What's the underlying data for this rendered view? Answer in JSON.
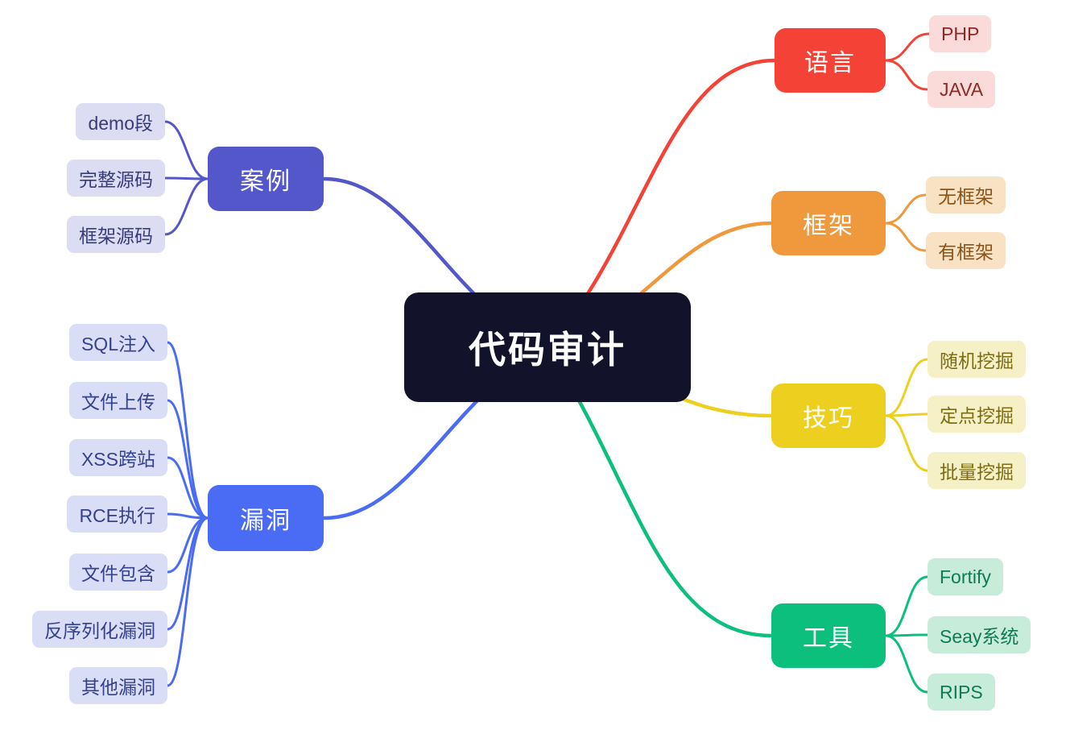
{
  "root": {
    "label": "代码审计",
    "bg": "#12122b",
    "text_color": "#ffffff"
  },
  "branches": {
    "case": {
      "label": "案例",
      "color": "#5357c9",
      "child_bg": "#dcdcf2",
      "child_text": "#363c79",
      "children": {
        "demo": "demo段",
        "full_source": "完整源码",
        "framework_source": "框架源码"
      }
    },
    "vulnerability": {
      "label": "漏洞",
      "color": "#4a6cf5",
      "child_bg": "#d9def6",
      "child_text": "#34418f",
      "children": {
        "sql": "SQL注入",
        "upload": "文件上传",
        "xss": "XSS跨站",
        "rce": "RCE执行",
        "include": "文件包含",
        "deserialize": "反序列化漏洞",
        "other": "其他漏洞"
      }
    },
    "language": {
      "label": "语言",
      "color": "#f44336",
      "child_bg": "#fbdada",
      "child_text": "#8c2b24",
      "children": {
        "php": "PHP",
        "java": "JAVA"
      }
    },
    "framework": {
      "label": "框架",
      "color": "#f0983c",
      "child_bg": "#f9e2c4",
      "child_text": "#8a5317",
      "children": {
        "no_framework": "无框架",
        "with_framework": "有框架"
      }
    },
    "technique": {
      "label": "技巧",
      "color": "#edd01f",
      "child_bg": "#f5f0c5",
      "child_text": "#7c6c15",
      "children": {
        "random": "随机挖掘",
        "targeted": "定点挖掘",
        "batch": "批量挖掘"
      }
    },
    "tool": {
      "label": "工具",
      "color": "#0dbf7d",
      "child_bg": "#c7ecd9",
      "child_text": "#0f7a55",
      "children": {
        "fortify": "Fortify",
        "seay": "Seay系统",
        "rips": "RIPS"
      }
    }
  }
}
